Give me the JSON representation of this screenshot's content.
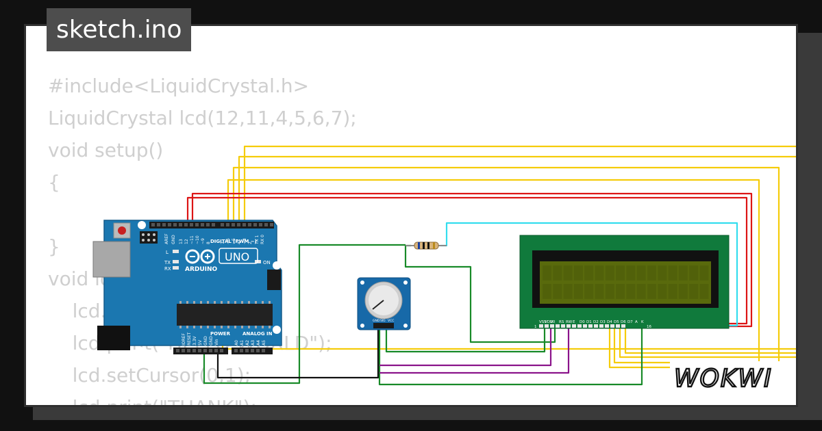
{
  "file": {
    "name": "sketch.ino"
  },
  "code_lines": [
    {
      "text": "#include<LiquidCrystal.h>"
    },
    {
      "text": "LiquidCrystal lcd(12,11,4,5,6,7);"
    },
    {
      "text": "void setup()"
    },
    {
      "text": "{"
    },
    {
      "text": ""
    },
    {
      "text": "}"
    },
    {
      "text": "void loop()"
    },
    {
      "text": "    lcd.begin(16,2);"
    },
    {
      "text": "    lcd.print(\"HELLO WORLD\");"
    },
    {
      "text": "    lcd.setCursor(0,1);"
    },
    {
      "text": "    lcd.print(\"THANK\");"
    }
  ],
  "arduino": {
    "brand": "ARDUINO",
    "model": "UNO",
    "digital_label": "DIGITAL (PWM ~)",
    "power_label": "POWER",
    "analog_label": "ANALOG IN",
    "led_l": "L",
    "led_tx": "TX",
    "led_rx": "RX",
    "led_on": "ON",
    "top_pins": [
      "AREF",
      "GND",
      "13",
      "12",
      "~11",
      "~10",
      "~9",
      "8",
      "7",
      "~6",
      "~5",
      "4",
      "~3",
      "2",
      "TX 1",
      "RX 0"
    ],
    "power_pins": [
      "IOREF",
      "RESET",
      "3.3V",
      "5V",
      "GND",
      "GND",
      "Vin"
    ],
    "analog_pins": [
      "A0",
      "A1",
      "A2",
      "A3",
      "A4",
      "A5"
    ]
  },
  "potentiometer": {
    "pins": [
      "GND",
      "SIG",
      "VCC"
    ]
  },
  "lcd": {
    "pins": [
      "VSS",
      "VDD",
      "V0",
      "RS",
      "RW",
      "E",
      "D0",
      "D1",
      "D2",
      "D3",
      "D4",
      "D5",
      "D6",
      "D7",
      "A",
      "K"
    ],
    "pin_first": "1",
    "pin_last": "16"
  },
  "brand_logo": {
    "text": "WOKWI"
  },
  "colors": {
    "arduino_blue": "#1b77b0",
    "lcd_green": "#107a3c",
    "lcd_screen": "#596a0c",
    "wire_yellow": "#f5cc0a",
    "wire_red": "#dc1414",
    "wire_green": "#188a28",
    "wire_purple": "#8a138a",
    "wire_cyan": "#33ddee",
    "wire_black": "#111111"
  }
}
